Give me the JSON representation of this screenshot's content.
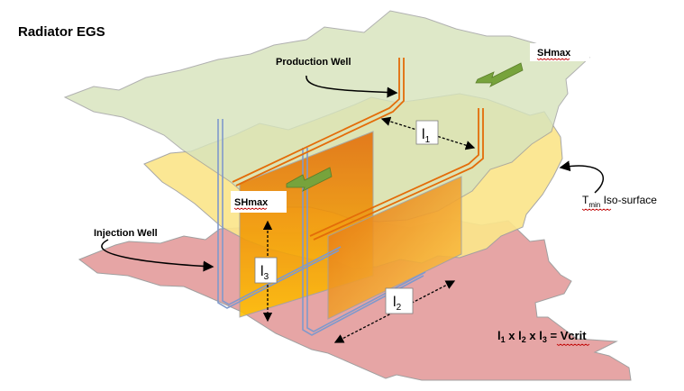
{
  "title": "Radiator EGS",
  "labels": {
    "production_well": "Production Well",
    "injection_well": "Injection Well",
    "shmax_top": "SHmax",
    "shmax_mid": "SHmax",
    "tmin_main": "T",
    "tmin_sub": "min",
    "iso_surface": "Iso-surface",
    "l1_main": "l",
    "l1_sub": "1",
    "l2_main": "l",
    "l2_sub": "2",
    "l3_main": "l",
    "l3_sub": "3"
  },
  "formula": {
    "l1": "l",
    "s1": "1",
    "x1": " x ",
    "l2": "l",
    "s2": "2",
    "x2": " x ",
    "l3": "l",
    "s3": "3",
    "eq": " = ",
    "vcrit": "Vcrit"
  },
  "colors": {
    "top_layer": "#d7e4bd",
    "iso_surface": "#fbe58c",
    "bottom_layer": "#e6a5a5",
    "layer_outline": "#a0a0a0",
    "production_pipe": "#e36c09",
    "injection_pipe": "#7f99cc",
    "fracture_dark": "#e36c09",
    "fracture_light": "#ffc000",
    "arrow_green": "#77a33c"
  }
}
